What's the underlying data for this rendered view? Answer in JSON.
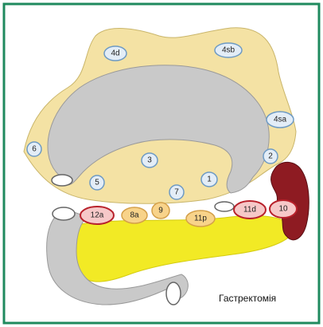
{
  "figure": {
    "caption": "Гастректомія",
    "colors": {
      "frame": "#1f8a5e",
      "omentum": "#f4e2a4",
      "omentum_stroke": "#c9b56a",
      "stomach": "#c9c9c9",
      "stomach_stroke": "#9a9a9a",
      "pancreas": "#f2ea25",
      "spleen": "#8e1b22",
      "node_blue_fill": "#e3edf7",
      "node_blue_stroke": "#6d9ac4",
      "node_red_fill": "#f6c8c8",
      "node_red_stroke": "#b8212b",
      "node_orange_fill": "#f8d38a",
      "node_orange_stroke": "#d4a04a"
    },
    "nodes": [
      {
        "id": "node-4d",
        "label": "4d",
        "style": "blue"
      },
      {
        "id": "node-4sb",
        "label": "4sb",
        "style": "blue"
      },
      {
        "id": "node-4sa",
        "label": "4sa",
        "style": "blue"
      },
      {
        "id": "node-6",
        "label": "6",
        "style": "blue"
      },
      {
        "id": "node-3",
        "label": "3",
        "style": "blue"
      },
      {
        "id": "node-2",
        "label": "2",
        "style": "blue"
      },
      {
        "id": "node-5",
        "label": "5",
        "style": "blue"
      },
      {
        "id": "node-1",
        "label": "1",
        "style": "blue"
      },
      {
        "id": "node-7",
        "label": "7",
        "style": "blue"
      },
      {
        "id": "node-12a",
        "label": "12a",
        "style": "red"
      },
      {
        "id": "node-8a",
        "label": "8a",
        "style": "orange"
      },
      {
        "id": "node-9",
        "label": "9",
        "style": "orange"
      },
      {
        "id": "node-11p",
        "label": "11p",
        "style": "orange"
      },
      {
        "id": "node-11d",
        "label": "11d",
        "style": "red"
      },
      {
        "id": "node-10",
        "label": "10",
        "style": "red"
      }
    ]
  }
}
